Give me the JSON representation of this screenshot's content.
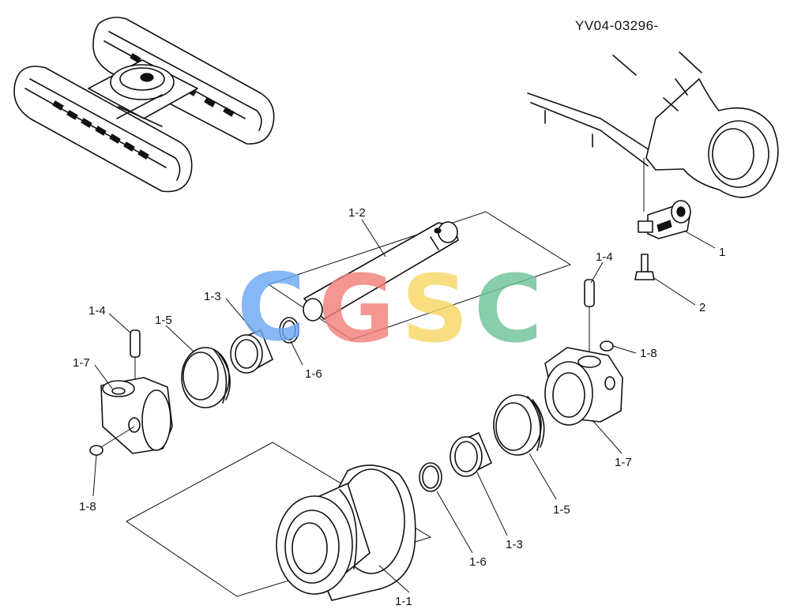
{
  "drawing_code": "YV04-03296-",
  "watermark": {
    "letters": [
      "C",
      "G",
      "S",
      "C"
    ],
    "colors": [
      "#6ea8f5",
      "#f27f7a",
      "#f7d765",
      "#6fc39a"
    ]
  },
  "callouts": {
    "c1": "1",
    "c2": "2",
    "c1_2": "1-2",
    "c1_3_upper": "1-3",
    "c1_4_left": "1-4",
    "c1_5_left": "1-5",
    "c1_6_upper": "1-6",
    "c1_7_left": "1-7",
    "c1_8_left": "1-8",
    "c1_4_right": "1-4",
    "c1_8_right": "1-8",
    "c1_7_right": "1-7",
    "c1_5_right": "1-5",
    "c1_3_lower": "1-3",
    "c1_6_lower": "1-6",
    "c1_1": "1-1"
  }
}
